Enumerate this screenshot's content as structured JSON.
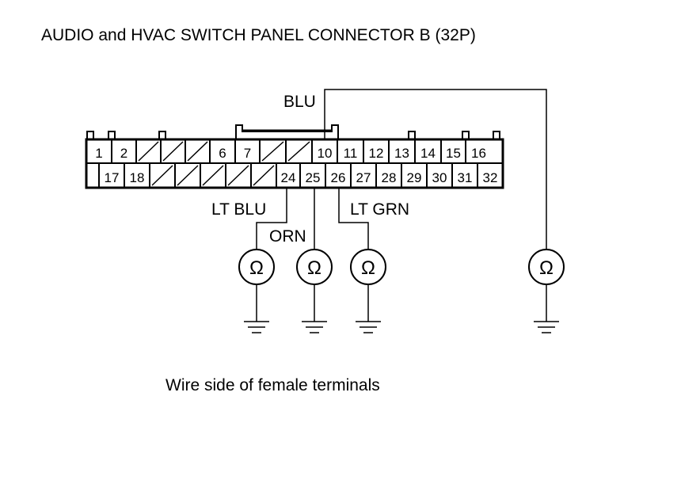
{
  "title": "AUDIO and HVAC SWITCH PANEL CONNECTOR B (32P)",
  "caption": "Wire side of female terminals",
  "connector": {
    "top_row": [
      "1",
      "2",
      "",
      "",
      "",
      "6",
      "7",
      "",
      "",
      "10",
      "11",
      "12",
      "13",
      "14",
      "15",
      "16"
    ],
    "bottom_row": [
      "17",
      "18",
      "",
      "",
      "",
      "",
      "",
      "24",
      "25",
      "26",
      "27",
      "28",
      "29",
      "30",
      "31",
      "32"
    ]
  },
  "wires": {
    "blu": "BLU",
    "lt_blu": "LT BLU",
    "orn": "ORN",
    "lt_grn": "LT GRN"
  },
  "meter_symbol": "Ω"
}
